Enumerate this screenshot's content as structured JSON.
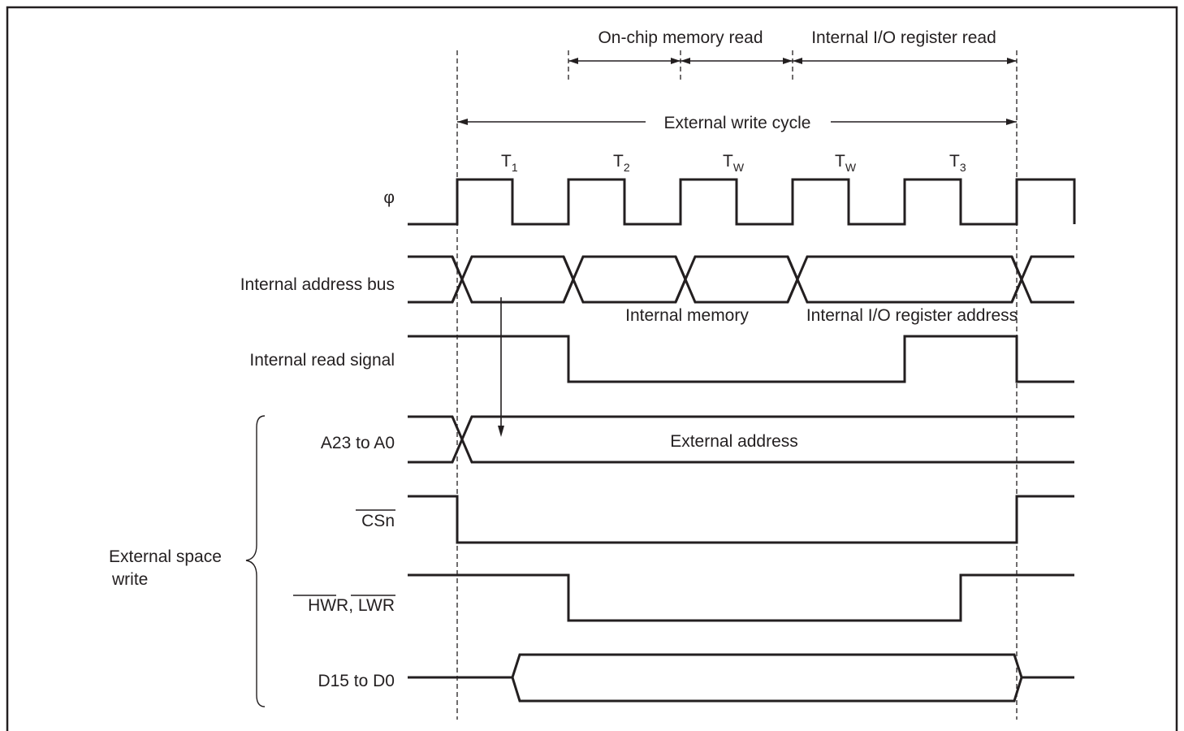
{
  "diagram": {
    "top_labels": {
      "onchip_read": "On-chip memory read",
      "io_read": "Internal I/O register read",
      "write_cycle": "External write cycle"
    },
    "states": [
      {
        "base": "T",
        "sub": "1"
      },
      {
        "base": "T",
        "sub": "2"
      },
      {
        "base": "T",
        "sub": "W"
      },
      {
        "base": "T",
        "sub": "W"
      },
      {
        "base": "T",
        "sub": "3"
      }
    ],
    "signals": {
      "phi": "φ",
      "internal_address_bus": "Internal address bus",
      "internal_read_signal": "Internal read signal",
      "a23_a0": "A23 to A0",
      "csn": "CSn",
      "hwr": "HWR",
      "hwr_lwr_sep": ", ",
      "lwr": "LWR",
      "d15_d0": "D15 to D0"
    },
    "bus_values": {
      "internal_memory": "Internal memory",
      "io_register_address": "Internal I/O register address",
      "external_address": "External address"
    },
    "group": {
      "line1": "External space",
      "line2": "write"
    }
  }
}
